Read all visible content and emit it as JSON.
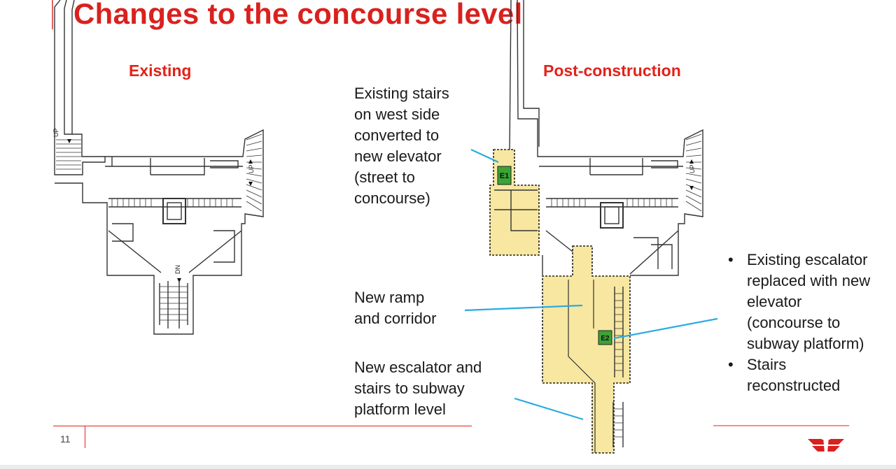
{
  "slide": {
    "title": "Changes to the concourse level",
    "page_number": "11",
    "existing_label": "Existing",
    "post_label": "Post-construction"
  },
  "callouts": {
    "stairs": "Existing stairs\non west side\nconverted to\nnew elevator\n(street to\nconcourse)",
    "ramp": "New ramp\nand corridor",
    "escalator": "New escalator and\nstairs to subway\nplatform level"
  },
  "bullets": [
    "Existing escalator\nreplaced with new\nelevator\n(concourse to\nsubway platform)",
    "Stairs\nreconstructed"
  ],
  "plan_labels": {
    "up": "UP",
    "dn": "DN",
    "e1": "E1",
    "e2": "E2"
  },
  "colors": {
    "title_red": "#d9211e",
    "new_area_fill": "#f7e7a1",
    "elevator_green": "#3aa435",
    "leader_blue": "#29abe2"
  },
  "icons": {
    "logo": "ttc-logo"
  }
}
